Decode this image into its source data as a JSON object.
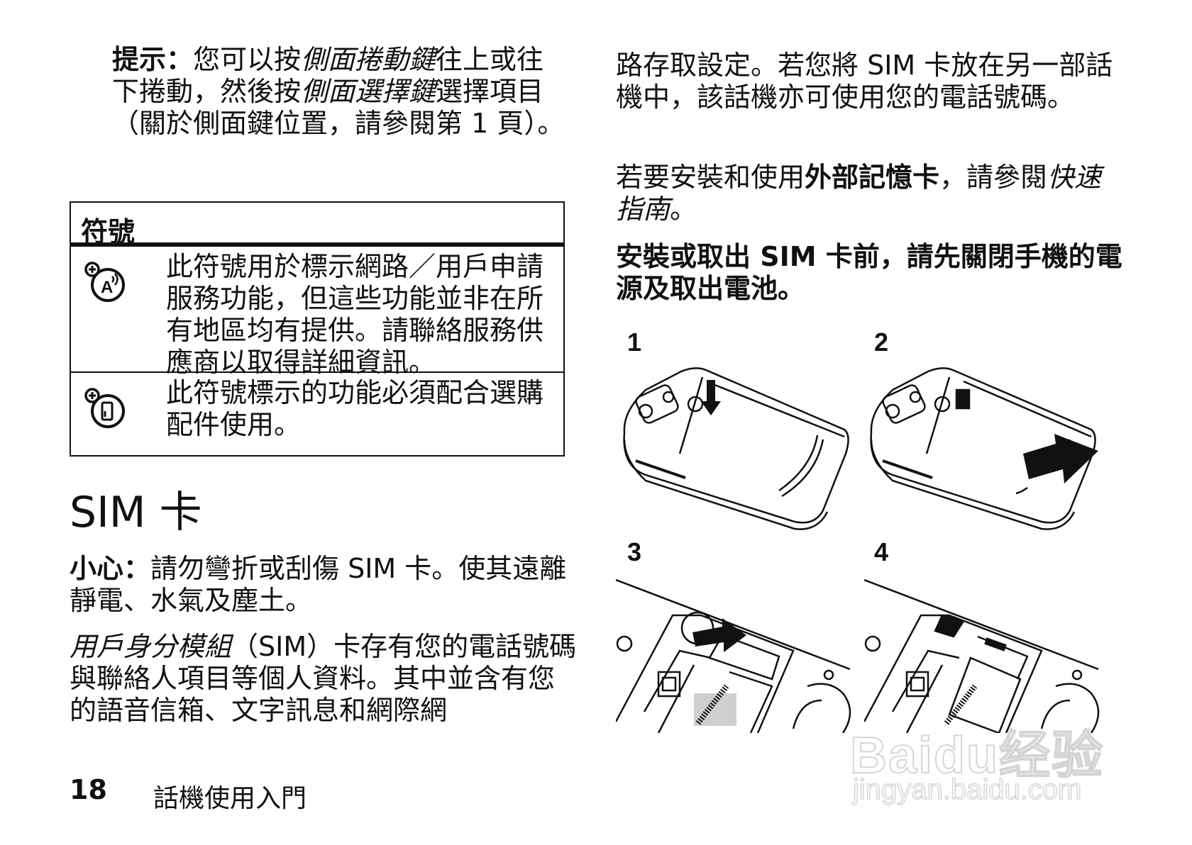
{
  "tip": {
    "label": "提示：",
    "text1": "您可以按",
    "em1": "側面捲動鍵",
    "text2": "往上或往下捲動，然後按",
    "em2": "側面選擇鍵",
    "text3": "選擇項目（關於側面鍵位置，請參閱第 1 頁）。"
  },
  "symbols": {
    "header": "符號",
    "rows": [
      {
        "icon": "network-feature-icon",
        "text": "此符號用於標示網路／用戶申請服務功能，但這些功能並非在所有地區均有提供。請聯絡服務供應商以取得詳細資訊。"
      },
      {
        "icon": "accessory-feature-icon",
        "text": "此符號標示的功能必須配合選購配件使用。"
      }
    ]
  },
  "sim_section": {
    "title": "SIM 卡",
    "caution_label": "小心：",
    "caution_text": "請勿彎折或刮傷 SIM 卡。使其遠離靜電、水氣及塵土。",
    "desc_em": "用戶身分模組",
    "desc_text": "（SIM）卡存有您的電話號碼與聯絡人項目等個人資料。其中並含有您的語音信箱、文字訊息和網際網"
  },
  "right": {
    "para1": "路存取設定。若您將 SIM 卡放在另一部話機中，該話機亦可使用您的電話號碼。",
    "para2_a": "若要安裝和使用",
    "para2_b": "外部記憶卡",
    "para2_c": "，請參閱",
    "para2_d": "快速指南",
    "para2_e": "。",
    "para3": "安裝或取出 SIM 卡前，請先關閉手機的電源及取出電池。"
  },
  "steps": [
    "1",
    "2",
    "3",
    "4"
  ],
  "footer": {
    "page_number": "18",
    "section": "話機使用入門"
  },
  "watermark": {
    "main": "Baidu经验",
    "sub": "jingyan.baidu.com"
  }
}
